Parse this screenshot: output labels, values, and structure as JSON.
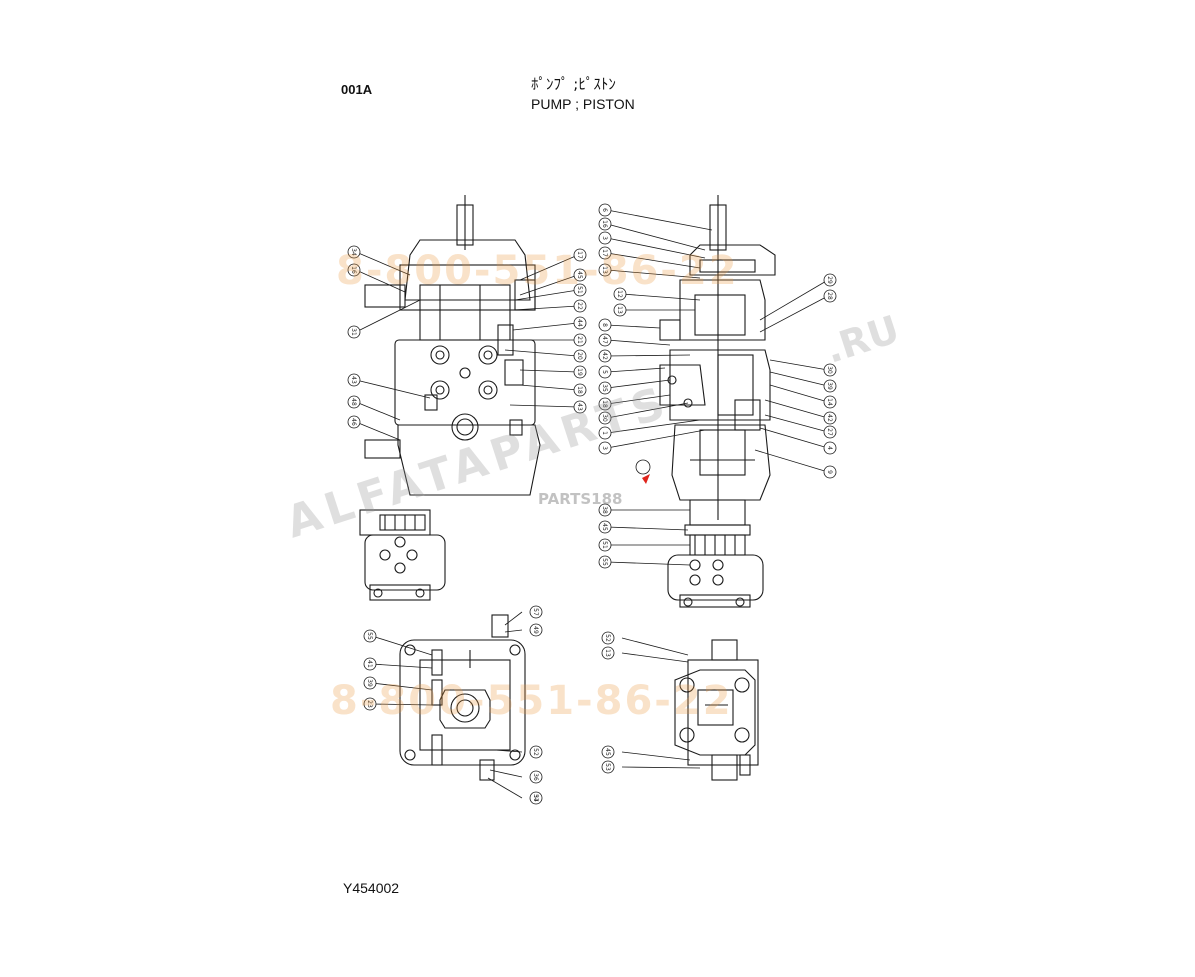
{
  "header": {
    "code": "001A",
    "title_jp": "ﾎﾟﾝﾌﾟ ;ﾋﾟｽﾄﾝ",
    "title_en": "PUMP ; PISTON"
  },
  "footer": {
    "drawing_no": "Y454002"
  },
  "watermarks": {
    "phone_top": "8-800-551-86-22",
    "phone_bottom": "8-800-551-86-22",
    "alfa": "ALFATAPARTS",
    "site": ".RU",
    "parts": "PARTS188"
  },
  "callouts": {
    "view_a": [
      "34",
      "16",
      "31",
      "43",
      "48",
      "46"
    ],
    "view_a_right": [
      "17",
      "45",
      "51",
      "22",
      "44",
      "21",
      "20",
      "19",
      "18",
      "43"
    ],
    "view_b_left": [
      "6",
      "16",
      "3",
      "17",
      "13",
      "12",
      "13",
      "8",
      "47",
      "42",
      "5",
      "35",
      "18",
      "30",
      "1",
      "3",
      "38",
      "45",
      "51",
      "55"
    ],
    "view_b_right": [
      "29",
      "28",
      "30",
      "39",
      "14",
      "42",
      "27",
      "4",
      "9"
    ],
    "view_c": [
      "55",
      "41",
      "39",
      "23",
      "57",
      "49",
      "52",
      "36",
      "37",
      "54"
    ],
    "view_d": [
      "52",
      "13",
      "45",
      "53"
    ]
  },
  "colors": {
    "line": "#1a1a1a",
    "accent_red": "#e0241c"
  }
}
